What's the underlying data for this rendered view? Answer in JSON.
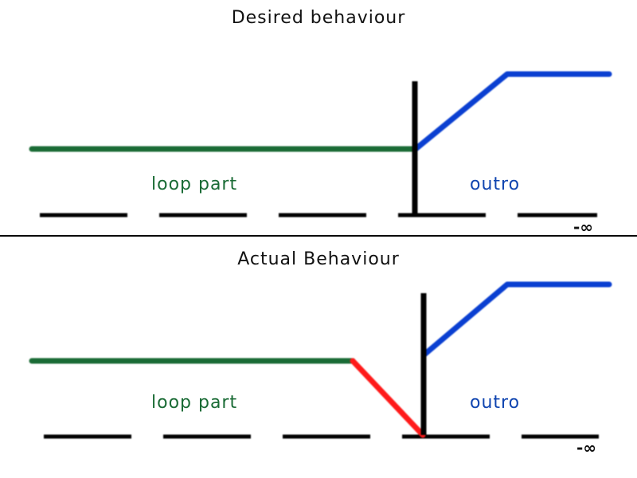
{
  "top_panel": {
    "title": "Desired behaviour",
    "loop_label": "loop part",
    "outro_label": "outro",
    "end_marker": "-∞"
  },
  "bottom_panel": {
    "title": "Actual Behaviour",
    "loop_label": "loop part",
    "outro_label": "outro",
    "end_marker": "-∞"
  },
  "colors": {
    "loop": "#1a6b35",
    "outro": "#0a3fd1",
    "error_ramp": "#ff1a1a",
    "marker": "#000000",
    "loop_text": "#1a6b35",
    "outro_text": "#1045b0"
  }
}
